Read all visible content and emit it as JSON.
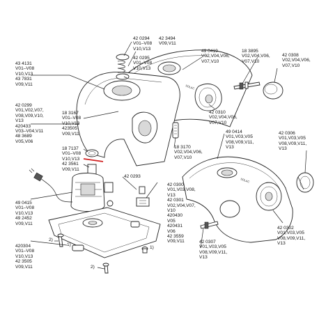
{
  "parts": {
    "p_42_0294": [
      "42 0294",
      "V01–V08",
      "V10,V13"
    ],
    "p_42_3494": [
      "42 3494",
      "V09,V11"
    ],
    "p_42_0295": [
      "42 0295",
      "V01–V08",
      "V10,V13"
    ],
    "p_43_4131": [
      "43 4131",
      "V01–V08",
      "V10,V13",
      "43 7831",
      "V09,V11"
    ],
    "p_49_0419": [
      "49 0419",
      "V02,V04,V06,",
      "V07,V10"
    ],
    "p_18_3895": [
      "18 3895",
      "V02,V04,V06,",
      "V07,V10"
    ],
    "p_42_0308": [
      "42 0308",
      "V02,V04,V06,",
      "V07,V10"
    ],
    "p_42_0299": [
      "42 0299",
      "V01,V02,V07,",
      "V08,V09,V10,",
      "V13",
      "420433",
      "V03–V04,V11",
      "48 3689",
      "V05,V06"
    ],
    "p_18_3167": [
      "18 3167",
      "V01–V08",
      "V10,V13",
      "423505",
      "V09,V11"
    ],
    "p_42_0310": [
      "42 0310",
      "V02,V04,V06,",
      "V07,V10"
    ],
    "p_18_7137": [
      "18 7137",
      "V01–V08",
      "V10,V13",
      "42 3561",
      "V09,V11"
    ],
    "p_18_3170": [
      "18 3170",
      "V02,V04,V06,",
      "V07,V10"
    ],
    "p_49_0414": [
      "49 0414",
      "V01,V03,V05",
      "V08,V09,V11,",
      "V13"
    ],
    "p_42_0306": [
      "42 0306",
      "V01,V03,V05",
      "V08,V09,V11,",
      "V13"
    ],
    "p_42_0293": [
      "42 0293"
    ],
    "p_49_0415": [
      "49 0415",
      "V01–V08",
      "V10,V13",
      "49 2452",
      "V09,V11"
    ],
    "p_42_0300": [
      "42 0300",
      "V01,V03,V08,",
      "V13",
      "42 0301",
      "V02,V04,V07,",
      "V10",
      "420430",
      "V05",
      "420431",
      "V06",
      "42 3559",
      "V09,V11"
    ],
    "p_420304": [
      "420304",
      "V01–V08",
      "V10,V13",
      "42 3505",
      "V09,V11"
    ],
    "p_42_0307": [
      "42 0307",
      "V01,V03,V05",
      "V08,V09,V11,",
      "V13"
    ],
    "p_42_0302": [
      "42 0302",
      "V01,V03,V05",
      "V08,V09,V11,",
      "V13"
    ]
  },
  "callouts": {
    "c1a": "1)",
    "c2a": "2)",
    "c1b": "1)",
    "c2b": "2)"
  },
  "embossed": {
    "cover_a": "SOLAC",
    "cover_b": "SOLAC"
  }
}
